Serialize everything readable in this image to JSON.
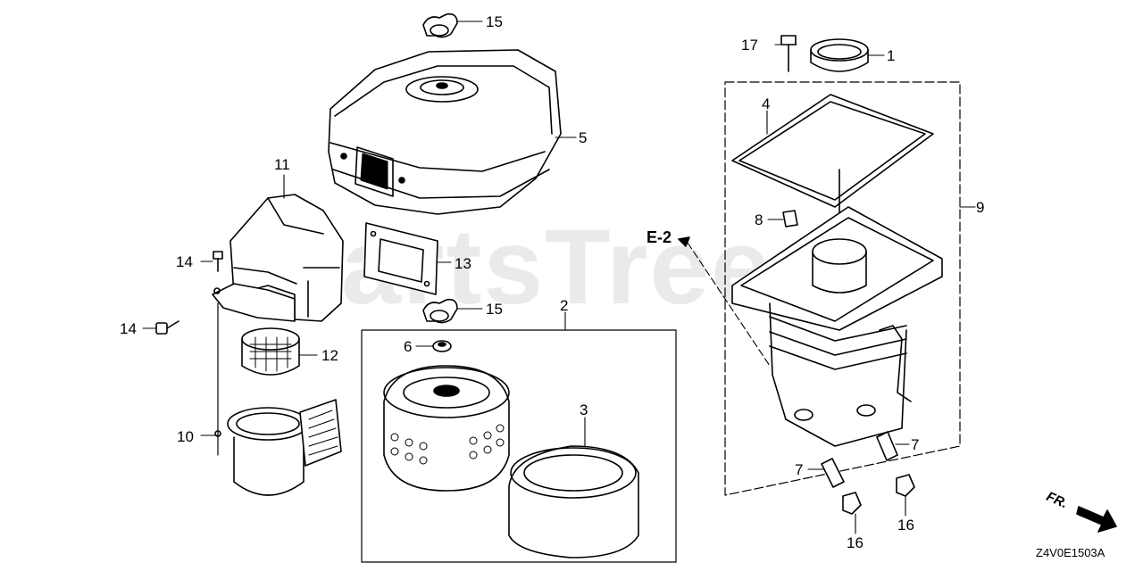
{
  "watermark": "PartsTree",
  "diagram_code": "Z4V0E1503A",
  "direction_label": "FR.",
  "ref_label": "E-2",
  "callouts": {
    "c1": "1",
    "c2": "2",
    "c3": "3",
    "c4": "4",
    "c5": "5",
    "c6": "6",
    "c7a": "7",
    "c7b": "7",
    "c8": "8",
    "c9": "9",
    "c10": "10",
    "c11": "11",
    "c12": "12",
    "c13": "13",
    "c14a": "14",
    "c14b": "14",
    "c15a": "15",
    "c15b": "15",
    "c16a": "16",
    "c16b": "16",
    "c17": "17"
  }
}
